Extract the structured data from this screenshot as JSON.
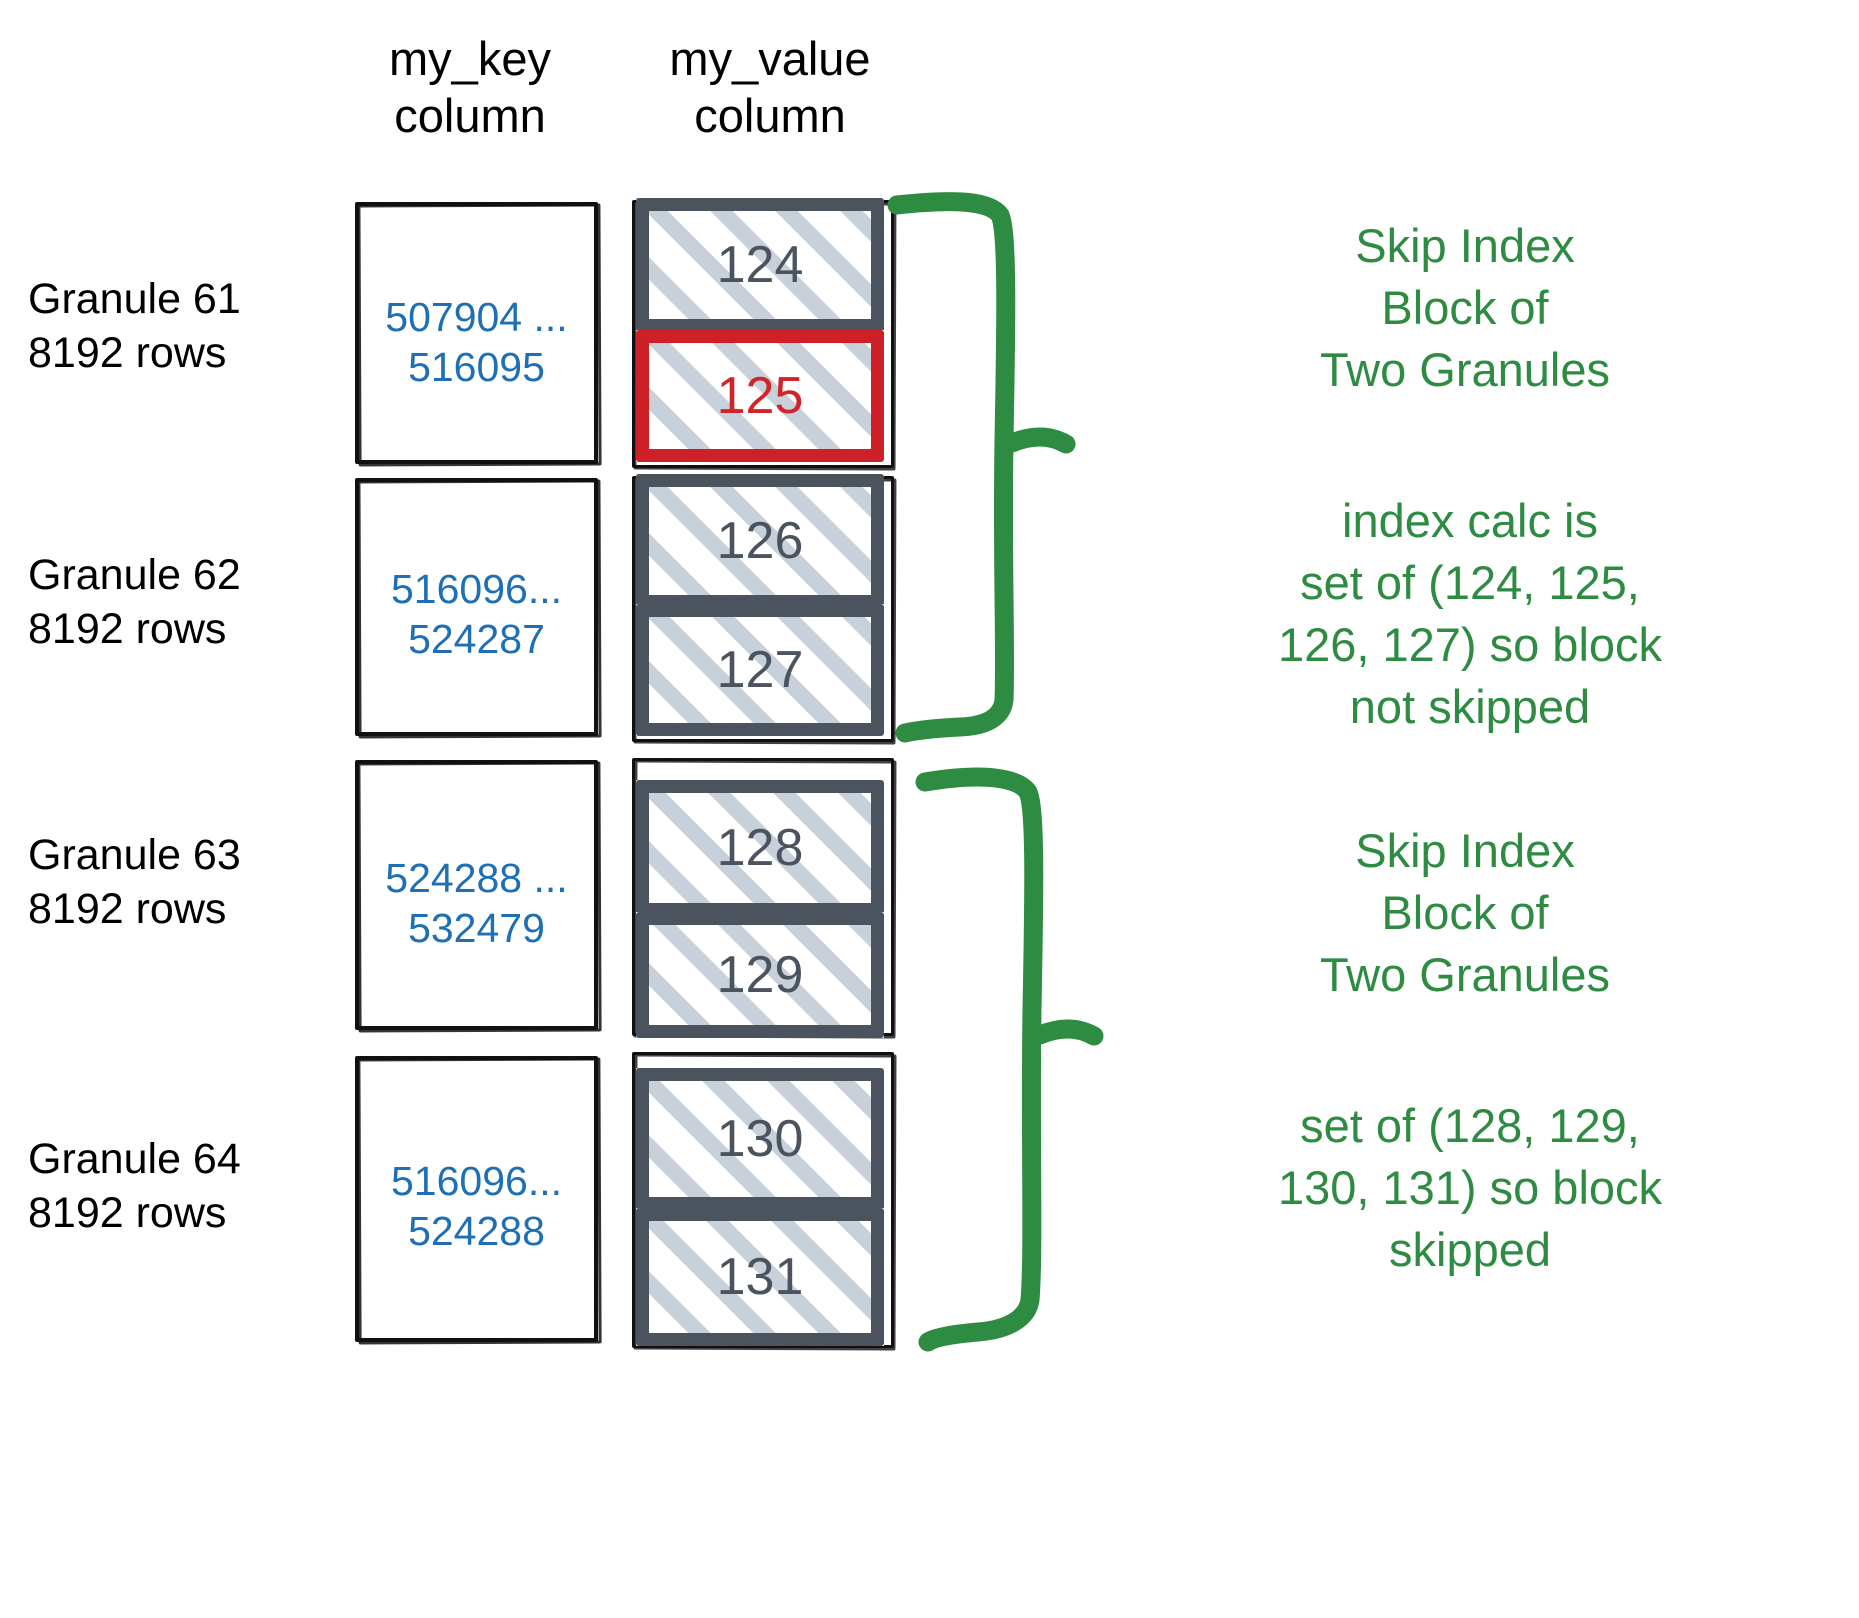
{
  "headers": {
    "key_column": "my_key\ncolumn",
    "key_column_line1": "my_key",
    "key_column_line2": "column",
    "value_column_line1": "my_value",
    "value_column_line2": "column"
  },
  "colors": {
    "key_text": "#1F6FB5",
    "value_box_border": "#4B545E",
    "value_text": "#4B545E",
    "highlight_red": "#CE2127",
    "annotation_green": "#2E8B42",
    "hatch": "#C5CDD8",
    "sketch_black": "#111111"
  },
  "granules": [
    {
      "label_line1": "Granule 61",
      "label_line2": "8192 rows",
      "key_line1": "507904 ...",
      "key_line2": "516095",
      "values": [
        {
          "text": "124",
          "highlighted": false
        },
        {
          "text": "125",
          "highlighted": true
        }
      ]
    },
    {
      "label_line1": "Granule 62",
      "label_line2": "8192 rows",
      "key_line1": "516096...",
      "key_line2": "524287",
      "values": [
        {
          "text": "126",
          "highlighted": false
        },
        {
          "text": "127",
          "highlighted": false
        }
      ]
    },
    {
      "label_line1": "Granule 63",
      "label_line2": "8192 rows",
      "key_line1": "524288 ...",
      "key_line2": "532479",
      "values": [
        {
          "text": "128",
          "highlighted": false
        },
        {
          "text": "129",
          "highlighted": false
        }
      ]
    },
    {
      "label_line1": "Granule 64",
      "label_line2": "8192 rows",
      "key_line1": "516096...",
      "key_line2": "524288",
      "values": [
        {
          "text": "130",
          "highlighted": false
        },
        {
          "text": "131",
          "highlighted": false
        }
      ]
    }
  ],
  "annotations": [
    {
      "id": "block-1-title",
      "line1": "Skip Index",
      "line2": "Block of",
      "line3": "Two Granules"
    },
    {
      "id": "block-1-note",
      "line1": "index calc is",
      "line2": "set of (124, 125,",
      "line3": "126, 127) so block",
      "line4": "not skipped"
    },
    {
      "id": "block-2-title",
      "line1": "Skip Index",
      "line2": "Block of",
      "line3": "Two Granules"
    },
    {
      "id": "block-2-note",
      "line1": "set of (128, 129,",
      "line2": "130, 131) so block",
      "line3": "skipped"
    }
  ]
}
